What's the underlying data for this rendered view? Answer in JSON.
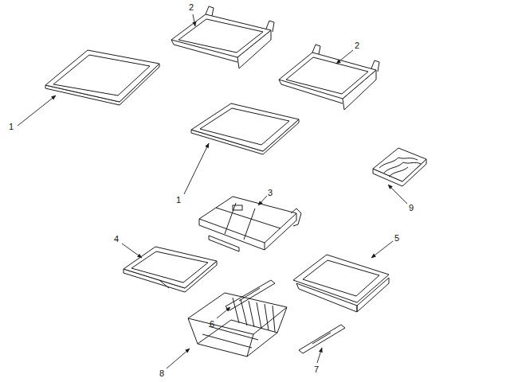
{
  "diagram": {
    "labels": [
      "2",
      "2",
      "1",
      "1",
      "3",
      "9",
      "4",
      "5",
      "6",
      "7",
      "8"
    ]
  }
}
